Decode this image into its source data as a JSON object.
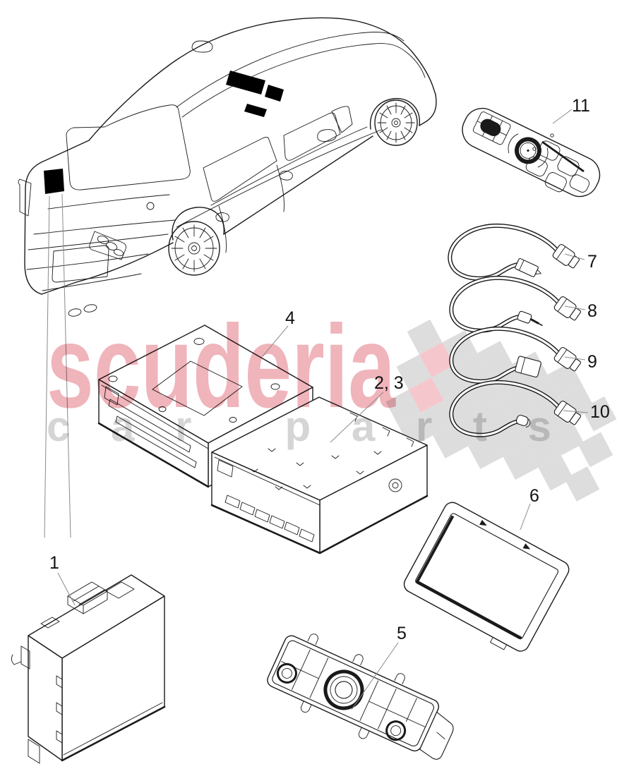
{
  "watermark": {
    "brand": "scuderia",
    "tagline": "car parts"
  },
  "colors": {
    "line": "#1a1a1a",
    "leader": "#8a8a8a",
    "location_marker": "#000000",
    "brand_red": "#f0b4bb",
    "brand_gray": "#d5d5d5",
    "flag_gray": "#dddddd",
    "flag_pink": "#f6c6cd"
  },
  "parts": [
    {
      "ref": "1",
      "item": "control-module"
    },
    {
      "ref": "2, 3",
      "item": "player-unit"
    },
    {
      "ref": "4",
      "item": "changer-unit"
    },
    {
      "ref": "5",
      "item": "control-panel"
    },
    {
      "ref": "6",
      "item": "display-screen"
    },
    {
      "ref": "7",
      "item": "connecting-cable"
    },
    {
      "ref": "8",
      "item": "connecting-cable"
    },
    {
      "ref": "9",
      "item": "connecting-cable"
    },
    {
      "ref": "10",
      "item": "connecting-cable"
    },
    {
      "ref": "11",
      "item": "remote-control"
    }
  ]
}
